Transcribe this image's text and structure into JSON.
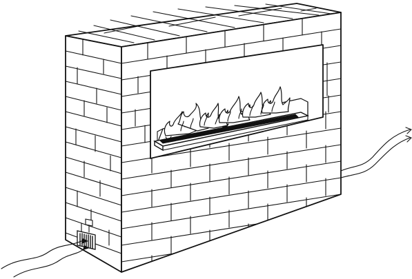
{
  "figure": {
    "subject": "brick-fireplace-with-bioethanol-burner",
    "colors": {
      "line": "#111111",
      "background": "#ffffff"
    },
    "parts": {
      "wall": "brick-wall",
      "opening": "fireplace-opening",
      "burner": "ethanol-burner-tray",
      "flames": "flames",
      "vent": "air-inlet-grille",
      "airflow_in": "fresh-air-inlet",
      "airflow_out": "warm-air-outlet"
    }
  }
}
